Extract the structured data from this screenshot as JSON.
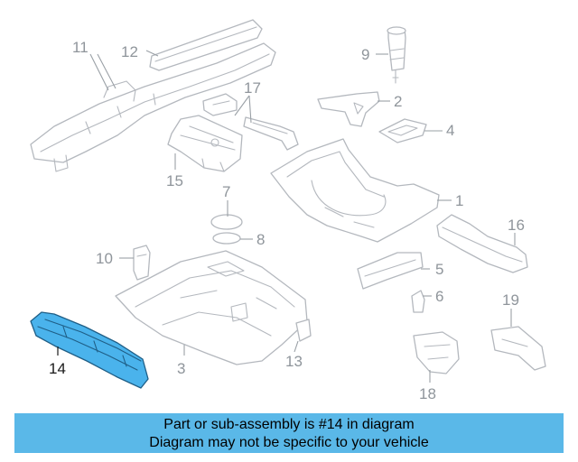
{
  "diagram": {
    "highlight_color": "#4ab3ec",
    "callouts": [
      {
        "id": "c1",
        "text": "1"
      },
      {
        "id": "c2",
        "text": "2"
      },
      {
        "id": "c3",
        "text": "3"
      },
      {
        "id": "c4",
        "text": "4"
      },
      {
        "id": "c5",
        "text": "5"
      },
      {
        "id": "c6",
        "text": "6"
      },
      {
        "id": "c7",
        "text": "7"
      },
      {
        "id": "c8",
        "text": "8"
      },
      {
        "id": "c9",
        "text": "9"
      },
      {
        "id": "c10",
        "text": "10"
      },
      {
        "id": "c11",
        "text": "11"
      },
      {
        "id": "c12",
        "text": "12"
      },
      {
        "id": "c13",
        "text": "13"
      },
      {
        "id": "c14",
        "text": "14"
      },
      {
        "id": "c15",
        "text": "15"
      },
      {
        "id": "c16",
        "text": "16"
      },
      {
        "id": "c17",
        "text": "17"
      },
      {
        "id": "c18",
        "text": "18"
      },
      {
        "id": "c19",
        "text": "19"
      }
    ]
  },
  "banner": {
    "line1": "Part or sub-assembly is #14 in diagram",
    "line2": "Diagram may not be specific to your vehicle",
    "background": "#5ab8e8"
  }
}
